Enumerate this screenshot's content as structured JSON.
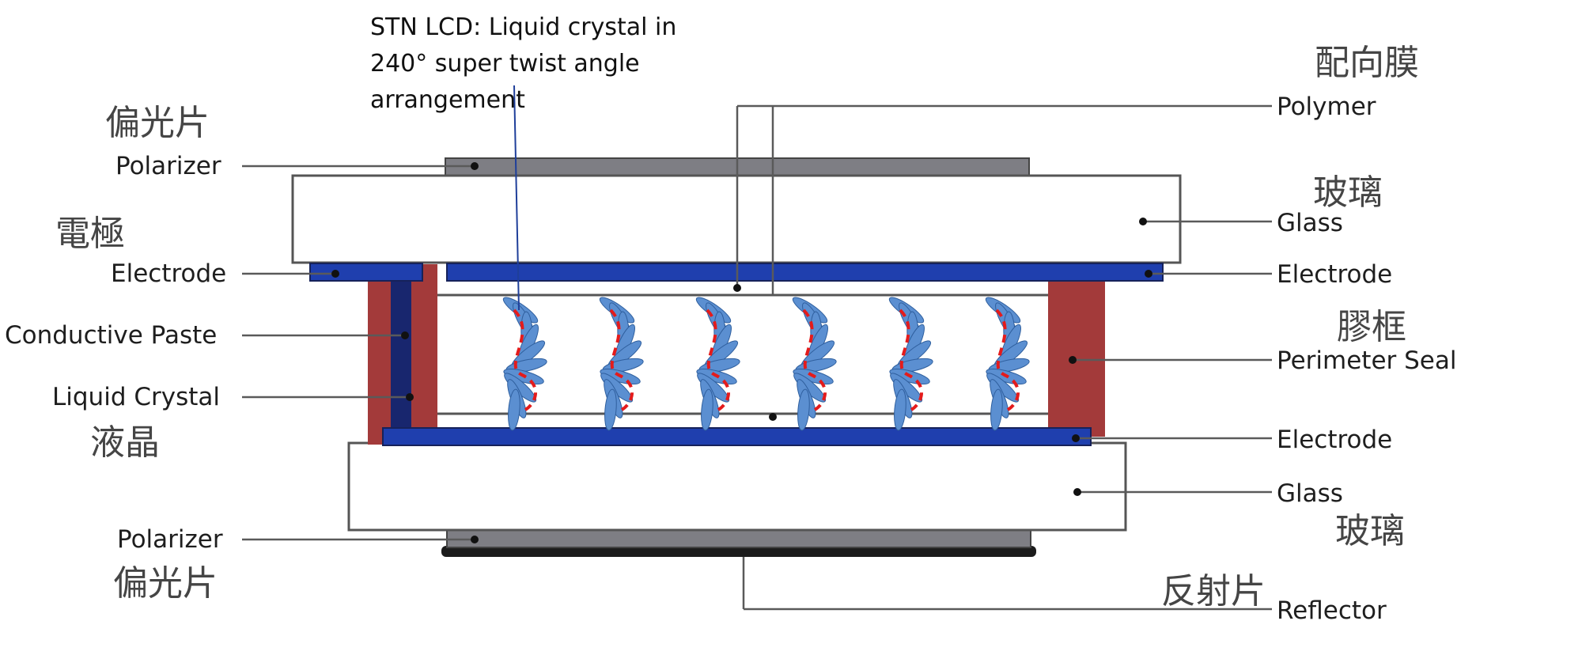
{
  "caption": {
    "line1": "STN LCD:  Liquid crystal in",
    "line2": "240° super twist angle",
    "line3": "arrangement"
  },
  "labels_left": {
    "polarizer_top_zh": "偏光片",
    "polarizer_top": "Polarizer",
    "electrode_zh": "電極",
    "electrode": "Electrode",
    "conductive_paste": "Conductive Paste",
    "liquid_crystal": "Liquid Crystal",
    "liquid_crystal_zh": "液晶",
    "polarizer_bottom": "Polarizer",
    "polarizer_bottom_zh": "偏光片"
  },
  "labels_right": {
    "polymer_zh": "配向膜",
    "polymer": "Polymer",
    "glass_top_zh": "玻璃",
    "glass_top": "Glass",
    "electrode_top": "Electrode",
    "perimeter_seal_zh": "膠框",
    "perimeter_seal": "Perimeter Seal",
    "electrode_bottom": "Electrode",
    "glass_bottom": "Glass",
    "glass_bottom_zh": "玻璃",
    "reflector_zh": "反射片",
    "reflector": "Reflector"
  },
  "colors": {
    "electrode_blue": "#1f3fae",
    "seal_red": "#a33a3a",
    "polarizer_gray": "#7e7e84",
    "crystal_blue": "#5b8fd1",
    "twist_red": "#e41b1b"
  },
  "liquid_crystal_columns": 6
}
